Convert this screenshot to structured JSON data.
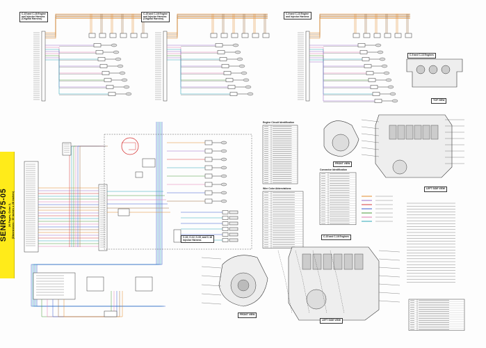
{
  "sidebar": {
    "doc_code": "SENR9575-05",
    "doc_sub": "(Dimensions: 39 inches x 28 inches)",
    "doc_pages": "20 Pages, Color 2,"
  },
  "harness_labels": {
    "top_left": "C-15 and C-18 Engine\nand Injector Harness\n(Original Harness)",
    "top_mid": "C-15 and C-16 Engine\nand Injector Harness\n(Original Harness)",
    "top_right": "C-9 and C-13 Engine\nand Injector Harness",
    "center": "C-10, C-12, C-15, and C-16\nInjector Harness"
  },
  "view_labels": {
    "top_view": "TOP VIEW",
    "front_view_upper": "FRONT VIEW",
    "left_side_view_upper": "LEFT SIDE VIEW",
    "engines_c15_c16": "C-15 and C-16 Engines",
    "engines_c9_c13": "C-9 and C-13 Engines",
    "front_view_lower": "FRONT VIEW",
    "left_side_view_lower": "LEFT SIDE VIEW"
  },
  "table_titles": {
    "engine_circuit": "Engine Circuit Identification",
    "connector": "Connector Identification",
    "wire_color": "Wire Color Abbreviations"
  },
  "colors": {
    "accent_yellow": "#ffeb1a",
    "wire_orange": "#e38a2a",
    "wire_purple": "#9a6cc8",
    "wire_teal": "#2aa6b8",
    "wire_red": "#d83a3a",
    "wire_green": "#4a9a3a",
    "wire_pink": "#e07ab0",
    "wire_blue": "#3a5ad0",
    "wire_brown": "#9a6a3a"
  }
}
